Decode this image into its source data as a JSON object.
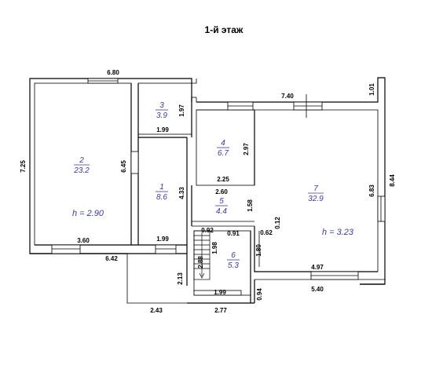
{
  "title": "1-й этаж",
  "rooms": [
    {
      "num": "2",
      "area": "23.2"
    },
    {
      "num": "3",
      "area": "3.9"
    },
    {
      "num": "4",
      "area": "6.7"
    },
    {
      "num": "1",
      "area": "8.6"
    },
    {
      "num": "5",
      "area": "4.4"
    },
    {
      "num": "6",
      "area": "5.3"
    },
    {
      "num": "7",
      "area": "32.9"
    }
  ],
  "heights": [
    "h = 2.90",
    "h = 3.23"
  ],
  "dimensions": {
    "top_left_width": "6.80",
    "left_height": "7.25",
    "room2_bottom": "3.60",
    "room2_room1_wall": "6.45",
    "bottom_left": "6.42",
    "room3_height": "1.97",
    "room3_width": "1.99",
    "room1_height": "4.33",
    "room1_width": "1.99",
    "room4_height": "2.97",
    "room4_width": "2.25",
    "room5_width": "2.60",
    "room5_height": "1.58",
    "top_right": "7.40",
    "right_top_notch": "1.01",
    "right_height": "8.44",
    "room7_height": "6.83",
    "room7_bottom": "4.97",
    "bottom_right": "5.40",
    "stair_0_92": "0.92",
    "stair_0_91": "0.91",
    "stair_0_62": "0.62",
    "stair_0_12": "0.12",
    "stair_1_98": "1.98",
    "stair_2_88": "2.88",
    "room6_width": "1.99",
    "room6_height": "1.80",
    "porch_height": "2.13",
    "porch_width": "2.43",
    "bottom_middle": "2.77",
    "bottom_notch": "0.94"
  }
}
